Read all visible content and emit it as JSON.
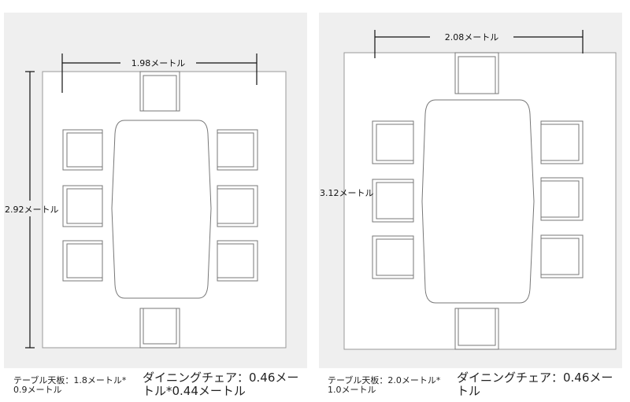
{
  "left_plan": {
    "width_label": "1.98メートル",
    "depth_label": "2.92メートル",
    "table_caption_line1": "テーブル天板：1.8メートル*",
    "table_caption_line2": "0.9メートル",
    "chair_caption": "ダイニングチェア：0.46メートル*0.44メートル",
    "chair_count": 8
  },
  "right_plan": {
    "width_label": "2.08メートル",
    "depth_label": "3.12メートル",
    "table_caption_line1": "テーブル天板：2.0メートル*",
    "table_caption_line2": "1.0メートル",
    "chair_caption": "ダイニングチェア：0.46メートル",
    "chair_count": 8
  }
}
